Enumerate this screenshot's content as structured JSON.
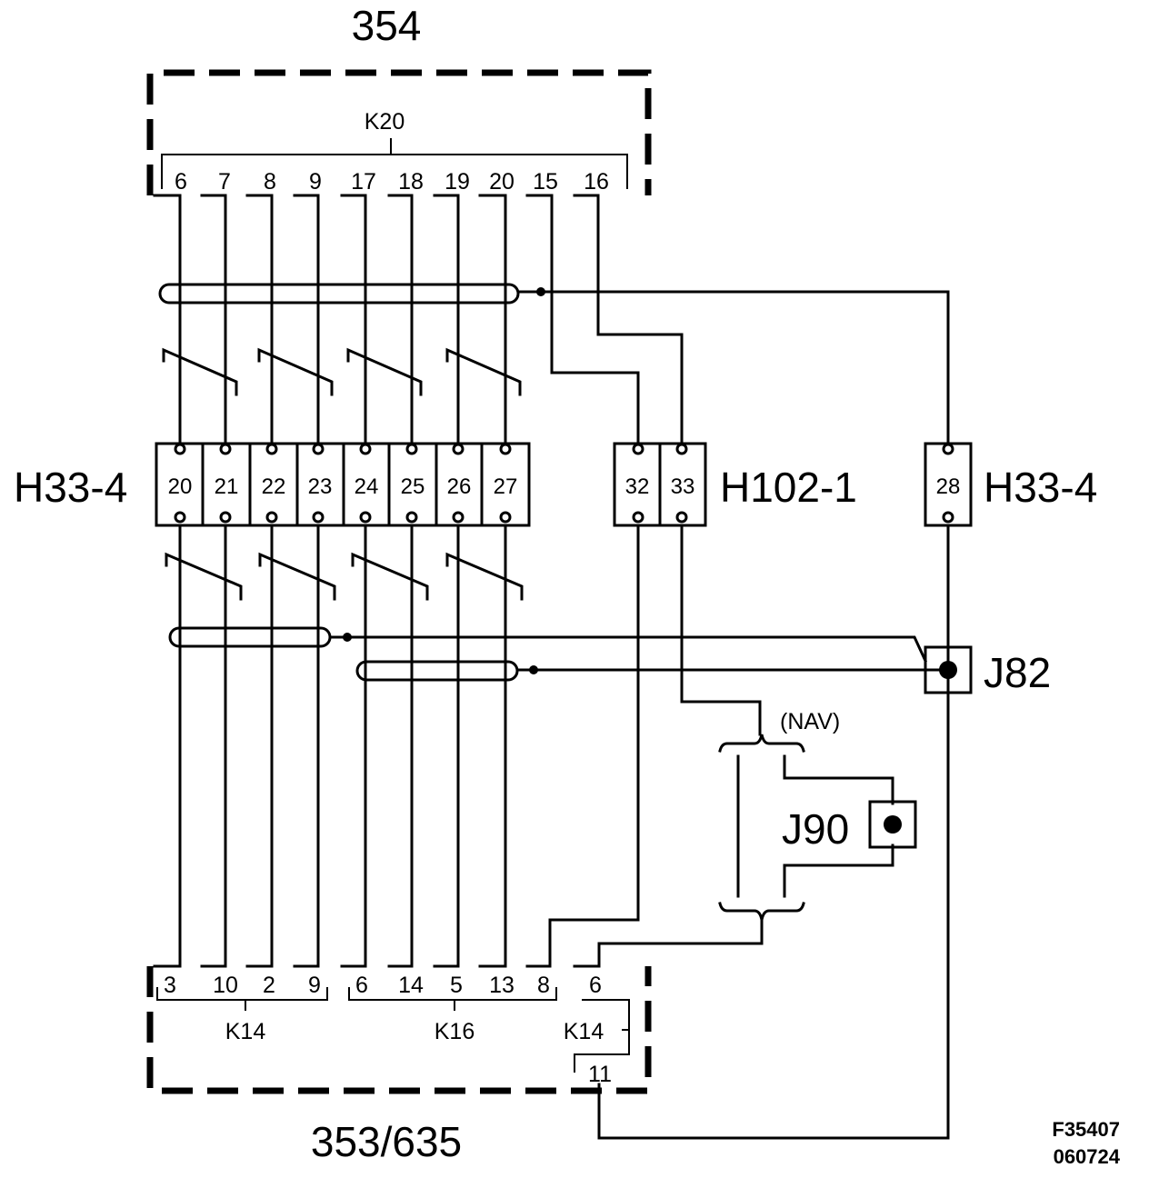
{
  "units": {
    "top": "354",
    "bottom": "353/635"
  },
  "connectors": {
    "k20": {
      "label": "K20",
      "pins": [
        "6",
        "7",
        "8",
        "9",
        "17",
        "18",
        "19",
        "20",
        "15",
        "16"
      ]
    },
    "k14_left": {
      "label": "K14",
      "pins": [
        "3",
        "10",
        "2",
        "9"
      ]
    },
    "k16": {
      "label": "K16",
      "pins": [
        "6",
        "14",
        "5",
        "13",
        "8"
      ]
    },
    "k14_right": {
      "label": "K14",
      "pins": [
        "6",
        "11"
      ]
    }
  },
  "blocks": {
    "h33_left": {
      "label": "H33-4",
      "cells": [
        "20",
        "21",
        "22",
        "23",
        "24",
        "25",
        "26",
        "27"
      ]
    },
    "h102": {
      "label": "H102-1",
      "cells": [
        "32",
        "33"
      ]
    },
    "h33_right": {
      "label": "H33-4",
      "cells": [
        "28"
      ]
    }
  },
  "junctions": {
    "j82": "J82",
    "j90": "J90"
  },
  "variant": "(NAV)",
  "figure_code": [
    "F35407",
    "060724"
  ]
}
